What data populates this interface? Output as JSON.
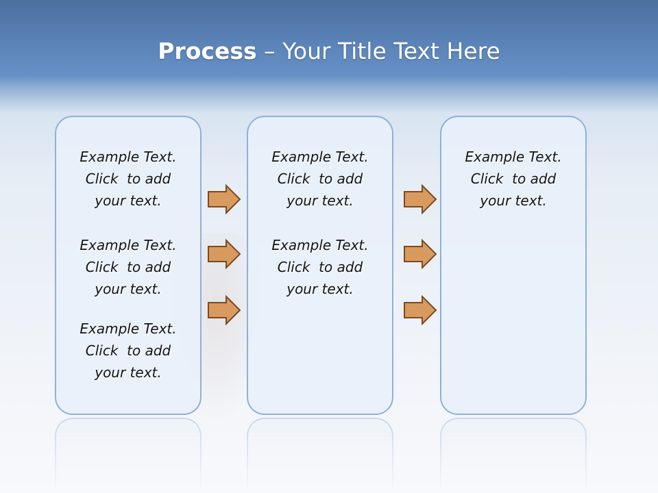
{
  "slide": {
    "title_bold": "Process",
    "title_rest": "– Your Title Text Here"
  },
  "columns": [
    {
      "blocks": [
        [
          "Example Text.",
          "Click  to add",
          "your text."
        ],
        [
          "Example Text.",
          "Click  to add",
          "your text."
        ],
        [
          "Example Text.",
          "Click  to add",
          "your text."
        ]
      ]
    },
    {
      "blocks": [
        [
          "Example Text.",
          "Click  to add",
          "your text."
        ],
        [
          "Example Text.",
          "Click  to add",
          "your text."
        ]
      ]
    },
    {
      "blocks": [
        [
          "Example Text.",
          "Click  to add",
          "your text."
        ]
      ]
    }
  ],
  "colors": {
    "arrow_fill": "#d99a5f",
    "arrow_stroke": "#7a4a1f",
    "box_border": "#8fb0d8",
    "header_blue": "#5a82b6"
  },
  "icons": {
    "arrow": "right-arrow-icon"
  }
}
